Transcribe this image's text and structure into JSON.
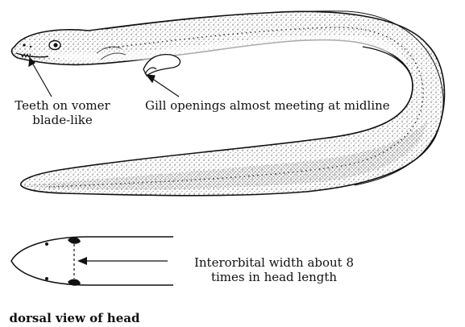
{
  "diagram": {
    "labels": {
      "teeth": "Teeth on vomer blade-like",
      "gills": "Gill openings almost meeting at midline",
      "interorbital": "Interorbital width about 8 times in head length",
      "dorsal_view": "dorsal view of head"
    },
    "colors": {
      "ink": "#111111",
      "stipple": "#6d6d6d",
      "background": "#ffffff"
    }
  }
}
